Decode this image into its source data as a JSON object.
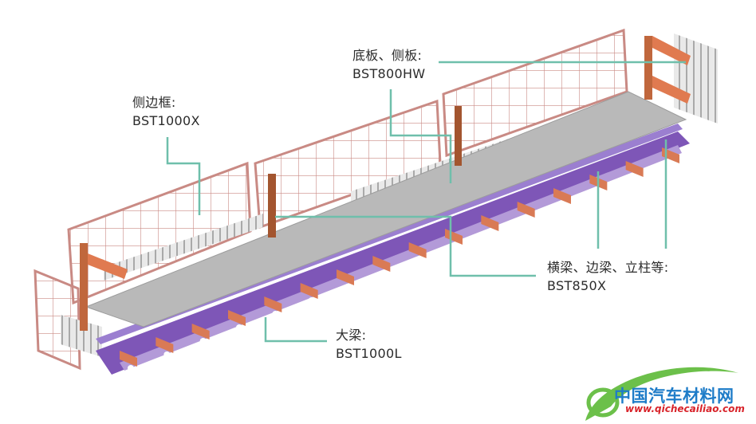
{
  "callouts": {
    "floor_side": {
      "name": "底板、侧板:",
      "grade": "BST800HW"
    },
    "side_frame": {
      "name": "侧边框:",
      "grade": "BST1000X"
    },
    "cross_beams": {
      "name": "横梁、边梁、立柱等:",
      "grade": "BST850X"
    },
    "main_beam": {
      "name": "大梁:",
      "grade": "BST1000L"
    }
  },
  "logo": {
    "name": "中国汽车材料网",
    "url": "www.qichecailiao.com"
  },
  "colors": {
    "callout_line": "#6fbfab",
    "frame_pink": "#c98a84",
    "floor_gray": "#b9b9b9",
    "beam_purple": "#7e56b7",
    "cross_orange": "#d97a55",
    "logo_blue": "#1e7cc8",
    "logo_green": "#6cc04a"
  }
}
